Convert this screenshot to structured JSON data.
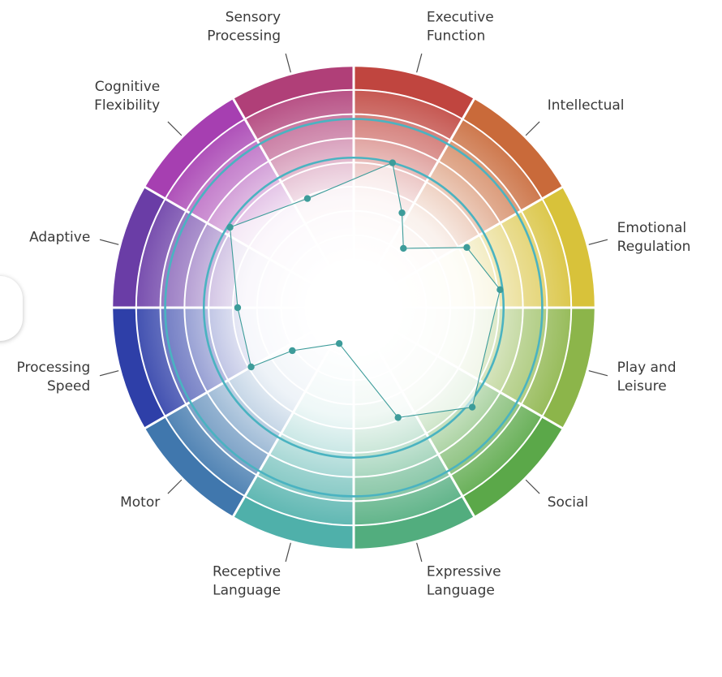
{
  "chart_data": {
    "type": "radar",
    "title": "",
    "categories": [
      "Executive Function",
      "Intellectual",
      "Emotional Regulation",
      "Play and Leisure",
      "Social",
      "Expressive Language",
      "Receptive Language",
      "Motor",
      "Processing Speed",
      "Adaptive",
      "Cognitive Flexibility",
      "Sensory Processing"
    ],
    "label_lines": [
      [
        "Executive",
        "Function"
      ],
      [
        "Intellectual"
      ],
      [
        "Emotional",
        "Regulation"
      ],
      [
        "Play and",
        "Leisure"
      ],
      [
        "Social"
      ],
      [
        "Expressive",
        "Language"
      ],
      [
        "Receptive",
        "Language"
      ],
      [
        "Motor"
      ],
      [
        "Processing",
        "Speed"
      ],
      [
        "Adaptive"
      ],
      [
        "Cognitive",
        "Flexibility"
      ],
      [
        "Sensory",
        "Processing"
      ]
    ],
    "levels": 10,
    "series": [
      {
        "values": [
          [
            15,
            6.2
          ],
          [
            27,
            4.4
          ],
          [
            40,
            3.2
          ],
          [
            62,
            5.3
          ],
          [
            83,
            6.1
          ],
          [
            130,
            6.4
          ],
          [
            158,
            4.9
          ],
          [
            202,
            1.6
          ],
          [
            235,
            3.1
          ],
          [
            240,
            4.9
          ],
          [
            270,
            4.8
          ],
          [
            303,
            6.1
          ],
          [
            337,
            4.9
          ]
        ]
      }
    ],
    "colors": {
      "Executive Function": "#c0453f",
      "Intellectual": "#c96a3a",
      "Emotional Regulation": "#d8c23a",
      "Play and Leisure": "#8cb54a",
      "Social": "#5ba849",
      "Expressive Language": "#52ad7e",
      "Receptive Language": "#4fb0aa",
      "Motor": "#4077ad",
      "Processing Speed": "#2e3fa8",
      "Adaptive": "#6a3da6",
      "Cognitive Flexibility": "#a63fb1",
      "Sensory Processing": "#b03f78",
      "series": "#3d9c9a",
      "ring": "#4ab3c1"
    },
    "highlight_rings": [
      6.2,
      7.8
    ]
  }
}
